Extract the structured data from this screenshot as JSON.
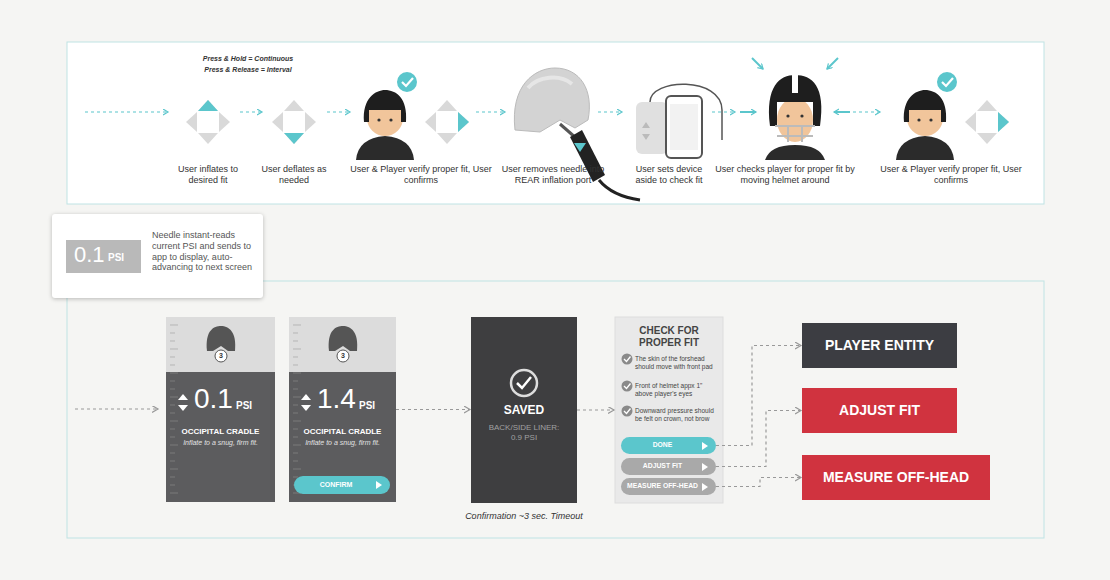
{
  "diagram": {
    "nodes": [
      {
        "text": [
          "Needle instant-reads current PSI and sends to app to display, auto-advancing to next screen"
        ]
      },
      {
        "text": [
          "0.1",
          "PSI"
        ],
        "in": 0
      },
      {
        "text": [
          "3",
          "0.1",
          "PSI",
          "OCCIPITAL CRADLE",
          "Inflate to a snug, firm fit."
        ]
      },
      {
        "text": [
          "3",
          "1.4",
          "PSI",
          "OCCIPITAL CRADLE",
          "Inflate to a snug, firm fit."
        ]
      },
      {
        "text": [
          "CONFIRM"
        ],
        "in": 3
      },
      {
        "text": [
          "SAVED",
          "BACK/SIDE LINER: 0.9 PSI"
        ]
      },
      {
        "text": [
          "CHECK FOR PROPER FIT",
          "The skin of the forshead should move with front pad",
          "Front of helmet appx 1\" above player's eyes",
          "Downward pressure should be felt on crown, not brow"
        ]
      },
      {
        "text": [
          "DONE"
        ],
        "in": 6
      },
      {
        "text": [
          "ADJUST FIT"
        ],
        "in": 6
      },
      {
        "text": [
          "MEASURE OFF-HEAD"
        ],
        "in": 6
      },
      {
        "text": [
          "PLAYER ENTITY"
        ]
      },
      {
        "text": [
          "ADJUST FIT"
        ]
      },
      {
        "text": [
          "MEASURE OFF-HEAD"
        ]
      }
    ],
    "edges": [
      {
        "from": 3,
        "to": 5,
        "arrow": "to"
      },
      {
        "from": 5,
        "to": 6,
        "arrow": "to"
      },
      {
        "from": 7,
        "to": 10,
        "arrow": "to"
      },
      {
        "from": 8,
        "to": 11,
        "arrow": "to"
      },
      {
        "from": 9,
        "to": 12,
        "arrow": "to"
      }
    ],
    "labels": [
      "Press & Hold = Continuous",
      "Press & Release = Interval",
      "User inflates to desired fit",
      "User deflates as needed",
      "User & Player verify proper fit, User confirms",
      "User removes needle into REAR inflation port",
      "User sets device aside to check fit",
      "User checks player for proper fit by moving helmet around",
      "User & Player verify proper fit, User confirms",
      "Confirmation ~3 sec. Timeout"
    ]
  }
}
